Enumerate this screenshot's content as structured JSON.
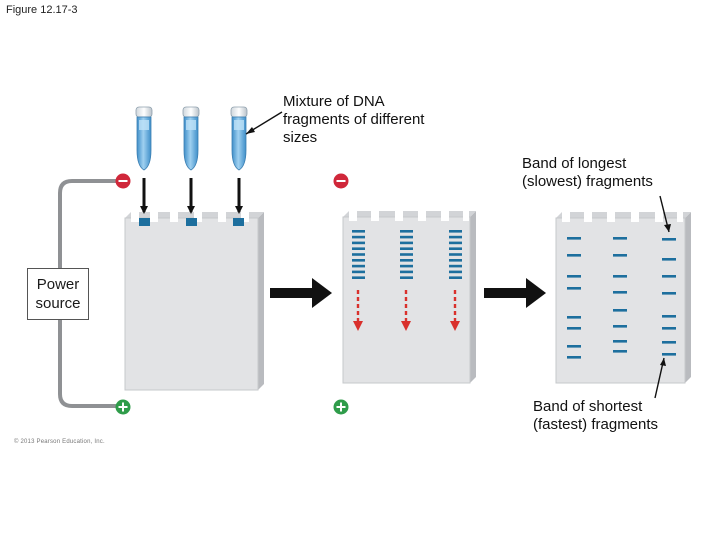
{
  "figure": {
    "title": "Figure 12.17-3",
    "copyright": "© 2013 Pearson Education, Inc."
  },
  "labels": {
    "mixture": "Mixture of DNA fragments of different sizes",
    "power_source_line1": "Power",
    "power_source_line2": "source",
    "longest": "Band of longest (slowest) fragments",
    "shortest": "Band of shortest (fastest) fragments",
    "longest_line1": "Band of longest",
    "longest_line2": "(slowest) fragments",
    "shortest_line1": "Band of shortest",
    "shortest_line2": "(fastest) fragments"
  },
  "electrodes": {
    "negative_symbol": "–",
    "positive_symbol": "+"
  },
  "colors": {
    "gel": "#e2e3e5",
    "gel_side": "#b9bbbf",
    "band": "#1d6f9e",
    "negative_electrode": "#d0273a",
    "positive_electrode": "#2f9c4a",
    "migration_arrow": "#d9302c",
    "wire": "#8f9194",
    "tube_liquid": "#5aa8dc"
  },
  "steps": 3
}
